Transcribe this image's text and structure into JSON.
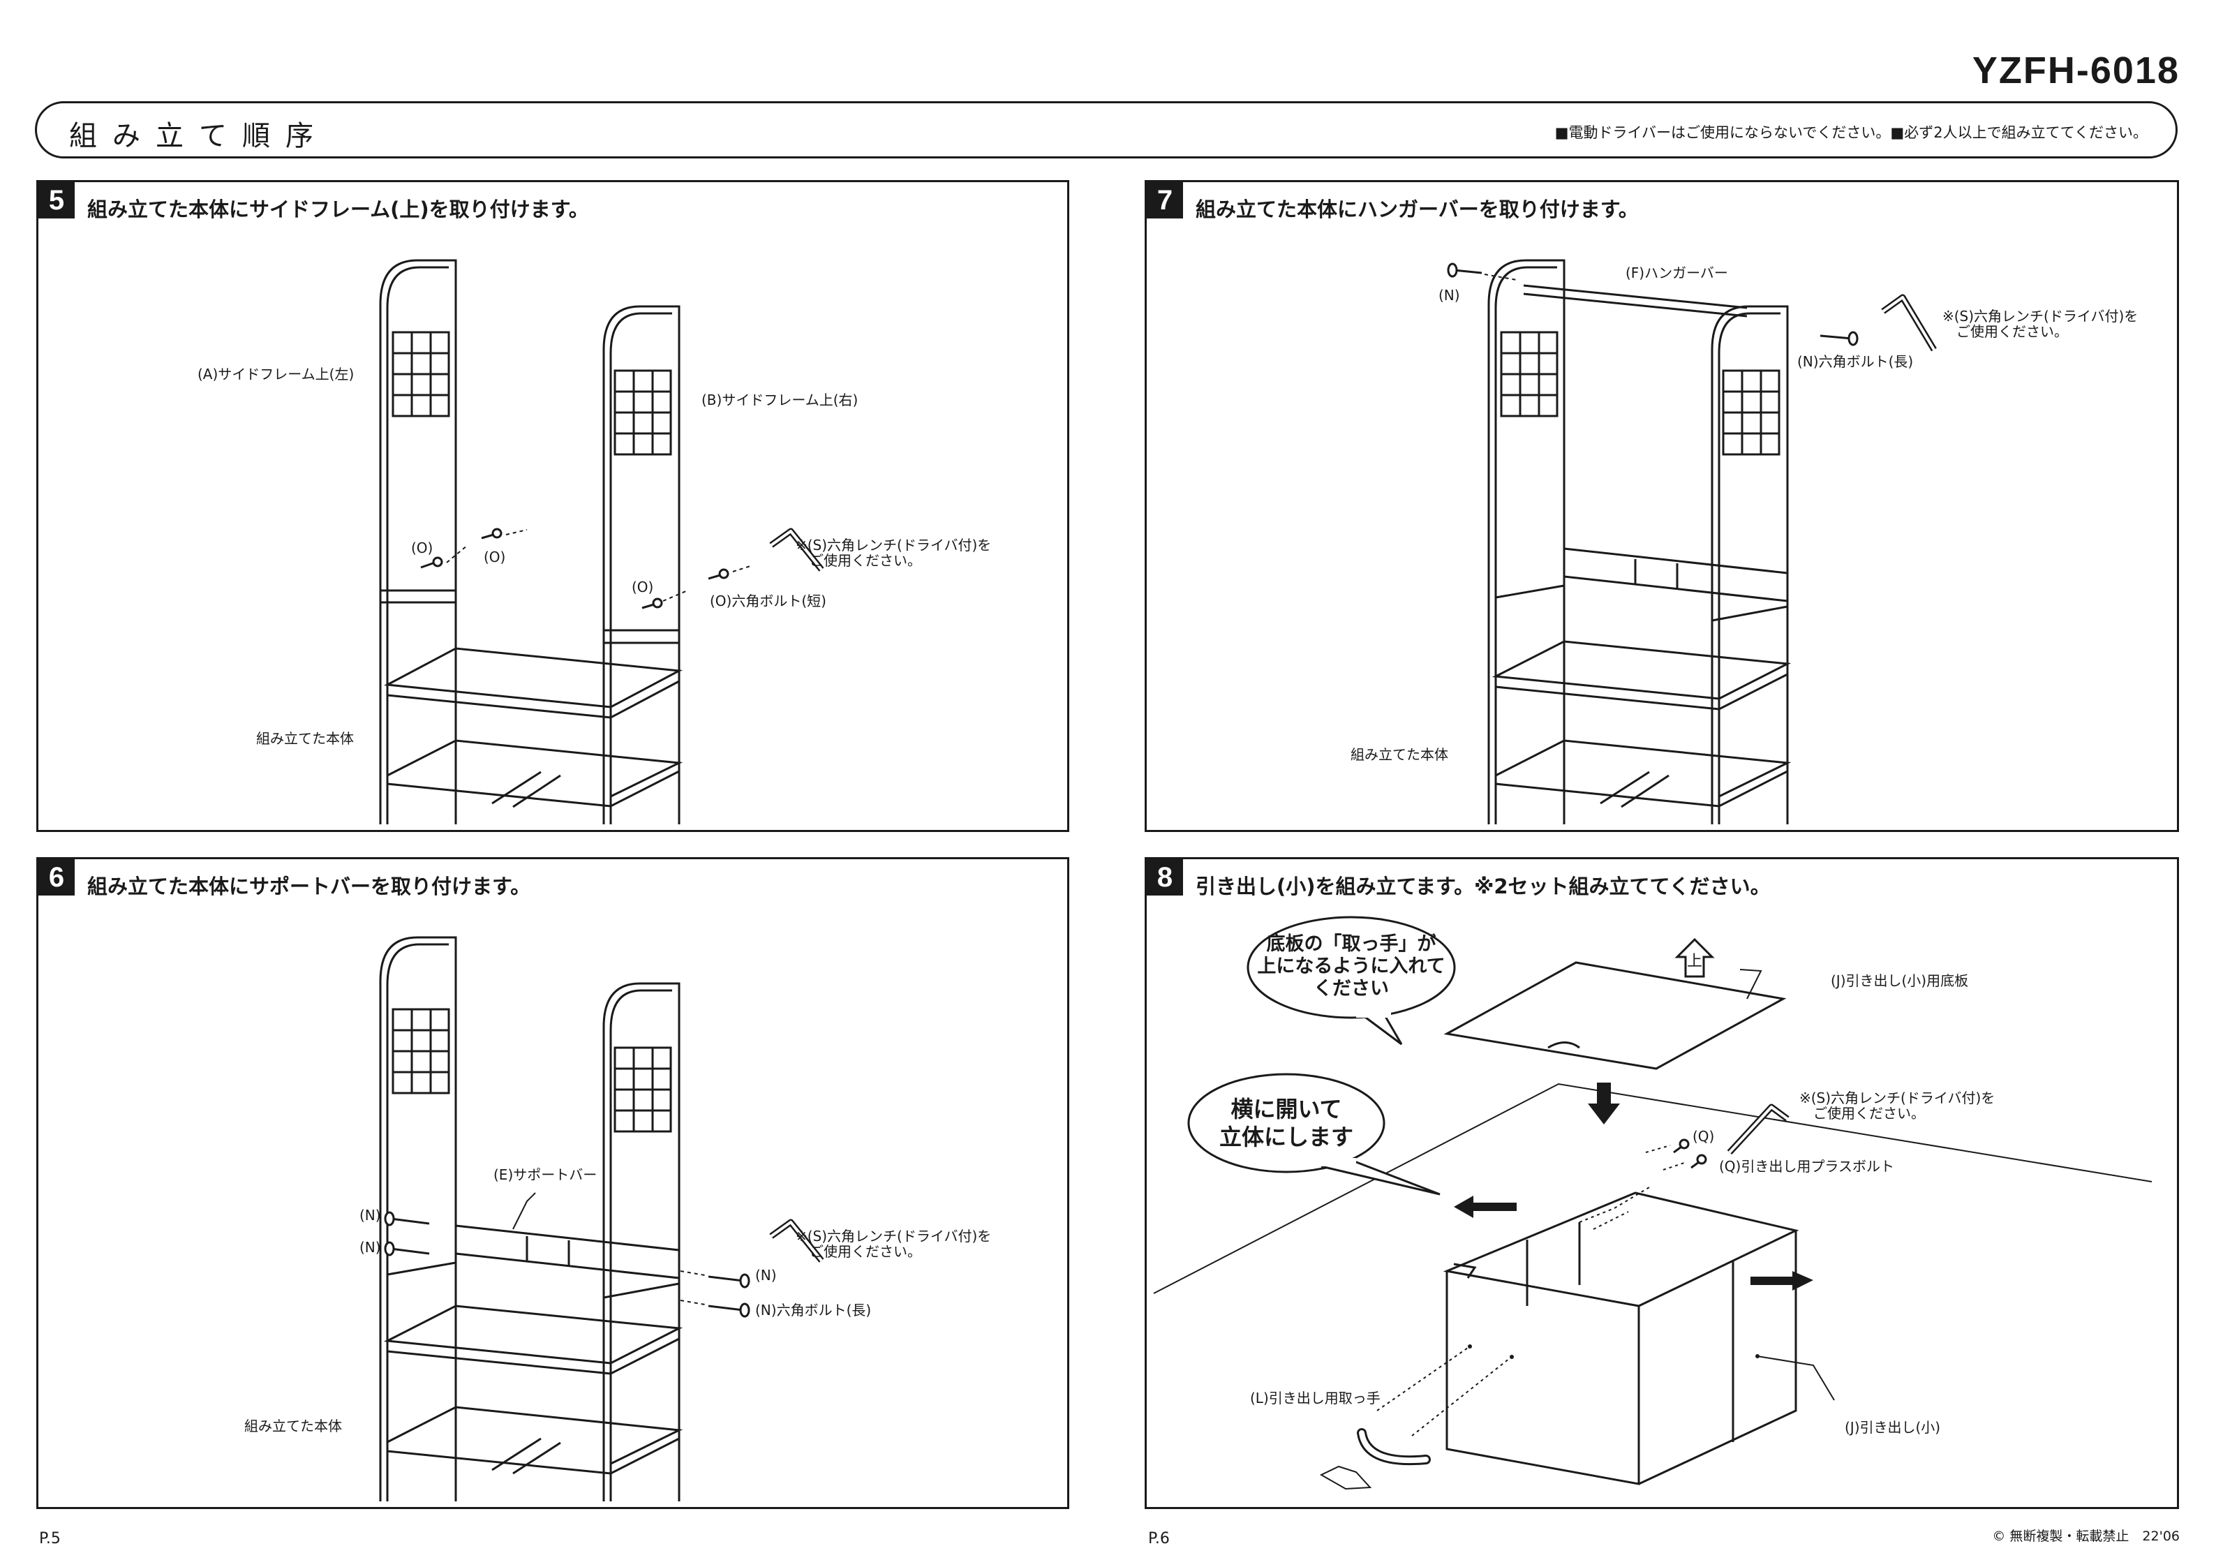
{
  "model": "YZFH-6018",
  "header": {
    "title": "組み立て順序",
    "notice": "■電動ドライバーはご使用にならないでください。■必ず2人以上で組み立ててください。"
  },
  "steps": {
    "s5": {
      "num": "5",
      "title": "組み立てた本体にサイドフレーム(上)を取り付けます。",
      "labels": {
        "a": "(A)サイドフレーム上(左)",
        "b": "(B)サイドフレーム上(右)",
        "o1": "(O)",
        "o2": "(O)",
        "o3": "(O)",
        "wrench": "※(S)六角レンチ(ドライバ付)を",
        "wrench2": "ご使用ください。",
        "bolt": "(O)六角ボルト(短)",
        "body": "組み立てた本体"
      }
    },
    "s6": {
      "num": "6",
      "title": "組み立てた本体にサポートバーを取り付けます。",
      "labels": {
        "e": "(E)サポートバー",
        "n1": "(N)",
        "n2": "(N)",
        "n3": "(N)",
        "wrench": "※(S)六角レンチ(ドライバ付)を",
        "wrench2": "ご使用ください。",
        "bolt": "(N)六角ボルト(長)",
        "body": "組み立てた本体"
      }
    },
    "s7": {
      "num": "7",
      "title": "組み立てた本体にハンガーバーを取り付けます。",
      "labels": {
        "f": "(F)ハンガーバー",
        "n": "(N)",
        "wrench": "※(S)六角レンチ(ドライバ付)を",
        "wrench2": "ご使用ください。",
        "bolt": "(N)六角ボルト(長)",
        "body": "組み立てた本体"
      }
    },
    "s8": {
      "num": "8",
      "title": "引き出し(小)を組み立てます。※2セット組み立ててください。",
      "bubble1": [
        "底板の「取っ手」が",
        "上になるように入れて",
        "ください"
      ],
      "bubble2": [
        "横に開いて",
        "立体にします"
      ],
      "up_mark": "上",
      "labels": {
        "j_board": "(J)引き出し(小)用底板",
        "wrench": "※(S)六角レンチ(ドライバ付)を",
        "wrench2": "ご使用ください。",
        "q": "(Q)",
        "q_bolt": "(Q)引き出し用プラスボルト",
        "l": "(L)引き出し用取っ手",
        "j": "(J)引き出し(小)"
      }
    }
  },
  "footer": {
    "page_left": "P.5",
    "page_right": "P.6",
    "copyright": "© 無断複製・転載禁止　22'06"
  }
}
